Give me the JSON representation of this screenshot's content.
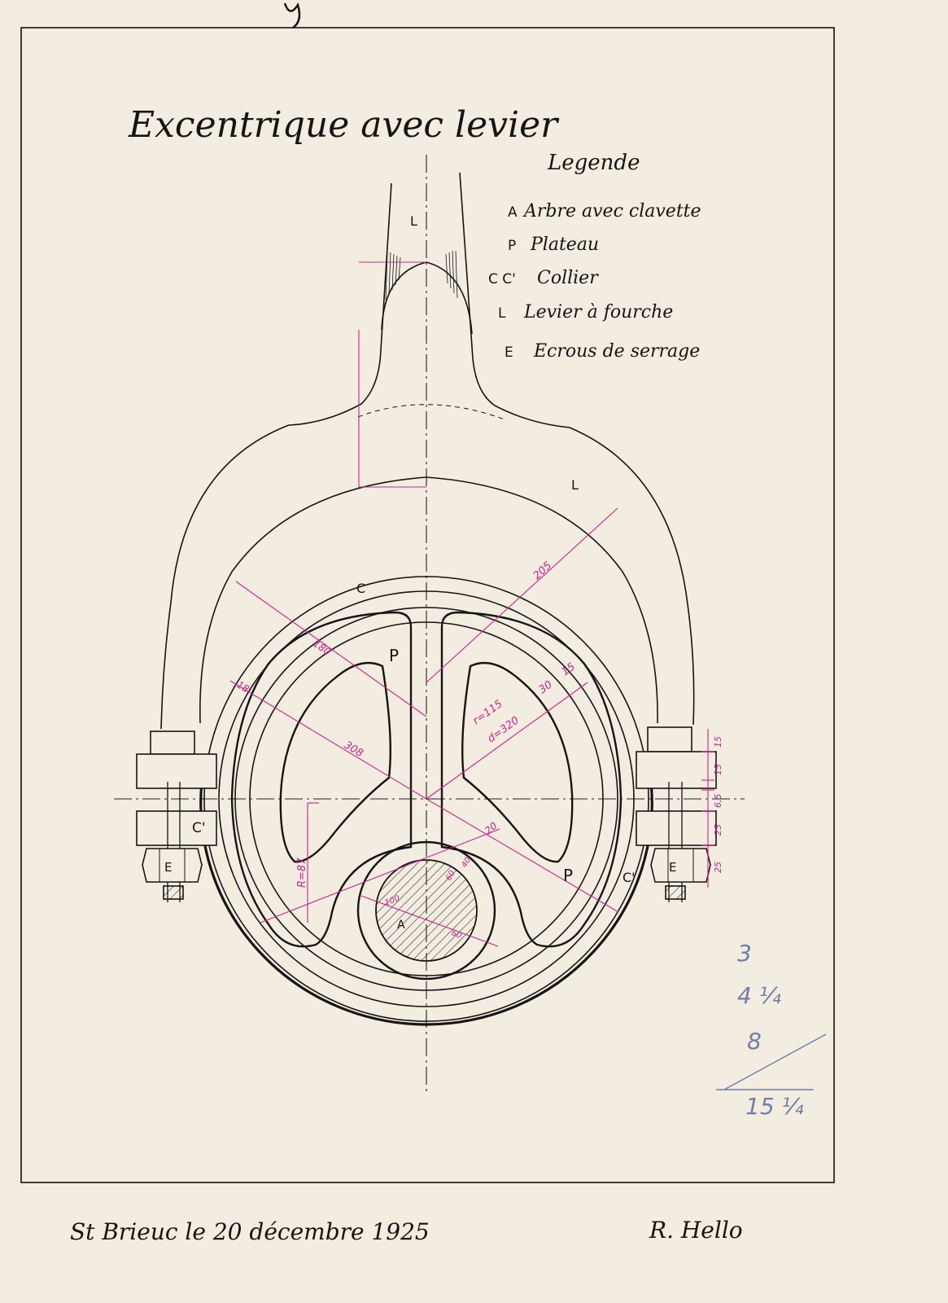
{
  "title": "Excentrique avec levier",
  "legend": {
    "heading": "Legende",
    "items": [
      {
        "key": "A",
        "text": "Arbre avec clavette"
      },
      {
        "key": "P",
        "text": "Plateau"
      },
      {
        "key": "C C'",
        "text": "Collier"
      },
      {
        "key": "L",
        "text": "Levier à fourche"
      },
      {
        "key": "E",
        "text": "Ecrous de serrage"
      }
    ]
  },
  "part_labels": {
    "lever_top": "L",
    "lever_arm": "L",
    "collar": "C",
    "collar_lower": "C'",
    "collar_lower_right": "C'",
    "plate_upper": "P",
    "plate_lower": "P",
    "shaft": "A",
    "nut_left": "E",
    "nut_right": "E"
  },
  "dimensions": {
    "d_205": "205",
    "d_180": "180",
    "d_18": "18",
    "d_308": "308",
    "d_30": "30",
    "d_15": "15",
    "r_115": "r=115",
    "d_320": "d=320",
    "r_87": "R=87",
    "d_20": "20",
    "d_100": "100",
    "d_60": "60",
    "d_60b": "60",
    "d_40": "40",
    "side_dims": [
      "15",
      "15",
      "6,5",
      "25",
      "25"
    ]
  },
  "pencil_note": [
    "3",
    "4 ¼",
    "8",
    "15 ¼"
  ],
  "footer": {
    "place_date": "St Brieuc le 20 décembre 1925",
    "signature": "R. Hello"
  },
  "colors": {
    "paper": "#f3ece0",
    "ink": "#151515",
    "dimension_ink": "#d0228c",
    "pencil": "#6f7fa8"
  }
}
